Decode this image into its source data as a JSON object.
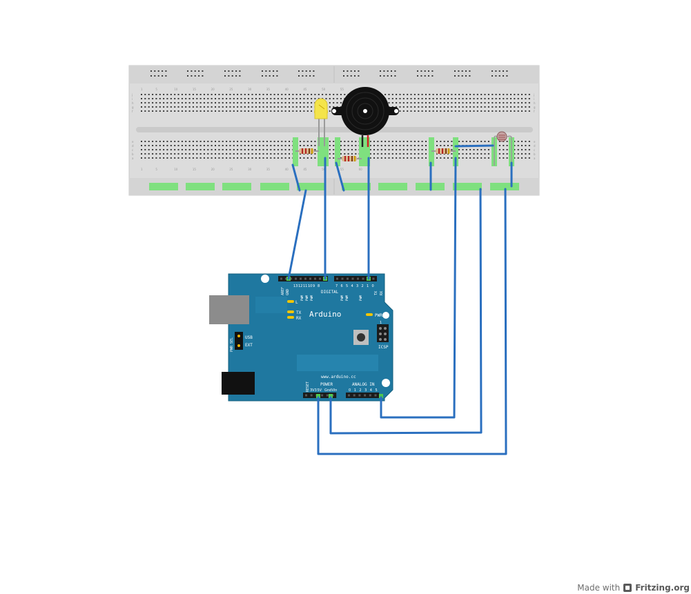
{
  "board": {
    "brand": "Arduino",
    "website": "www.arduino.cc",
    "digital_header": "DIGITAL",
    "aref": "AREF",
    "gnd": "GND",
    "digital_pins": [
      "13",
      "12",
      "11",
      "10",
      "9",
      "8",
      "7",
      "6",
      "5",
      "4",
      "3",
      "2",
      "1",
      "0"
    ],
    "pwm": "PWM",
    "tx_pin": "TX",
    "rx_pin": "RX",
    "led_l": "L",
    "led_tx": "TX",
    "led_rx": "RX",
    "pwr": "PWR",
    "pwr_sel": "PWR SEL",
    "usb": "USB",
    "ext": "EXT",
    "icsp": "ICSP",
    "icsp_pin": "1",
    "reset": "RESET",
    "power": "POWER",
    "power_pins": [
      "3V3",
      "5V",
      "Gnd",
      "Vin"
    ],
    "analog_in": "ANALOG IN",
    "analog_pins": [
      "0",
      "1",
      "2",
      "3",
      "4",
      "5"
    ]
  },
  "breadboard": {
    "row_letters": [
      "a",
      "b",
      "c",
      "d",
      "e",
      "f",
      "g",
      "h",
      "i",
      "j"
    ],
    "col_numbers": [
      "1",
      "5",
      "10",
      "15",
      "20",
      "25",
      "30",
      "35",
      "40",
      "45",
      "50",
      "55",
      "60"
    ]
  },
  "colors": {
    "board_blue": "#1f78a0",
    "wire_blue": "#2a6fbf",
    "breadboard": "#dcdcdc",
    "highlight": "#5fd15f",
    "led_yellow": "#f4e44a",
    "buzzer": "#111111"
  },
  "footer": {
    "made_with": "Made with",
    "brand": "Fritzing.org"
  }
}
